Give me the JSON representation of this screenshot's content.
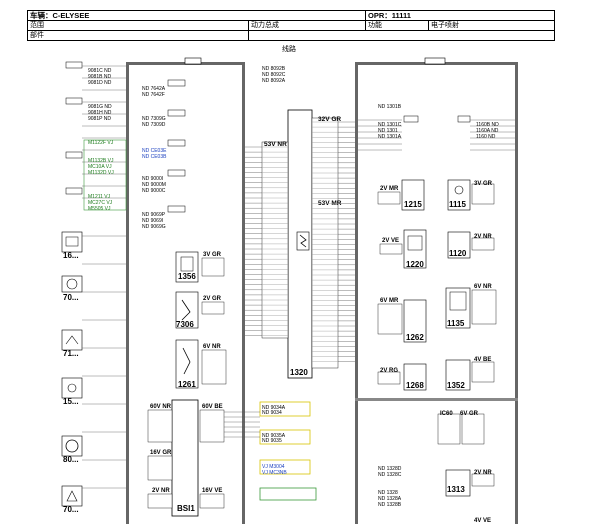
{
  "header": {
    "vehicle": "车辆：C-ELYSEE",
    "opr": "OPR：11111",
    "range_label": "范围",
    "powertrain": "动力总成",
    "function_label": "功能",
    "function_value": "电子喷射",
    "part_label": "部件"
  },
  "diagram_title": "线路",
  "components": [
    {
      "id": "c1215",
      "label": "1215"
    },
    {
      "id": "c1115",
      "label": "1115"
    },
    {
      "id": "c1220",
      "label": "1220"
    },
    {
      "id": "c1120",
      "label": "1120"
    },
    {
      "id": "c1356",
      "label": "1356"
    },
    {
      "id": "c7306",
      "label": "7306"
    },
    {
      "id": "c1261",
      "label": "1261"
    },
    {
      "id": "c1320",
      "label": "1320"
    },
    {
      "id": "c1262",
      "label": "1262"
    },
    {
      "id": "c1135",
      "label": "1135"
    },
    {
      "id": "c1268",
      "label": "1268"
    },
    {
      "id": "c1352",
      "label": "1352"
    },
    {
      "id": "c1313",
      "label": "1313"
    },
    {
      "id": "cBSI1",
      "label": "BSI1"
    },
    {
      "id": "c16",
      "label": "16..."
    },
    {
      "id": "c70a",
      "label": "70..."
    },
    {
      "id": "c71",
      "label": "71..."
    },
    {
      "id": "c15",
      "label": "15..."
    },
    {
      "id": "c80",
      "label": "80..."
    },
    {
      "id": "c70b",
      "label": "70..."
    }
  ],
  "connectors": [
    {
      "label": "3V GR"
    },
    {
      "label": "2V GR"
    },
    {
      "label": "6V NR"
    },
    {
      "label": "53V NR"
    },
    {
      "label": "32V GR"
    },
    {
      "label": "53V MR"
    },
    {
      "label": "2V MR"
    },
    {
      "label": "2V VE"
    },
    {
      "label": "6V MR"
    },
    {
      "label": "2V RG"
    },
    {
      "label": "3V GR"
    },
    {
      "label": "2V NR"
    },
    {
      "label": "6V NR"
    },
    {
      "label": "4V BE"
    },
    {
      "label": "60V NR"
    },
    {
      "label": "60V BE"
    },
    {
      "label": "16V GR"
    },
    {
      "label": "2V NR"
    },
    {
      "label": "16V VE"
    },
    {
      "label": "IC60"
    },
    {
      "label": "6V GR"
    },
    {
      "label": "2V NR"
    },
    {
      "label": "4V VE"
    }
  ],
  "wire_labels": [
    "ND 8092B",
    "ND 8092C",
    "ND 8092A",
    "ND 7642A",
    "ND 7642F",
    "ND 7309G",
    "ND 7309D",
    "ND CE03E",
    "ND CE03B",
    "ND 9000I",
    "ND 9000M",
    "ND 9000C",
    "ND 9069P",
    "ND 9069I",
    "ND 9069G",
    "ND 1301B",
    "ND 1301C",
    "ND 1301",
    "ND 1301A",
    "1160B ND",
    "1160A ND",
    "1160 ND",
    "9081C ND",
    "9081B ND",
    "9081D ND",
    "9081G ND",
    "9081H ND",
    "9081P ND",
    "M1122F VJ",
    "M1132B VJ",
    "MC10A VJ",
    "M1132D VJ",
    "M1211 VJ",
    "MC27C VJ",
    "M5505 VJ",
    "ND 9034A",
    "ND 9034",
    "ND 9035A",
    "ND 9035",
    "VJ M3004",
    "VJ MC3NB",
    "ND 1328D",
    "ND 1328C",
    "ND 1328",
    "ND 1328A",
    "ND 1328B"
  ]
}
